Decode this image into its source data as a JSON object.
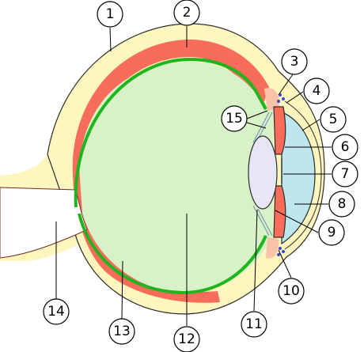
{
  "colors": {
    "sclera": "#FDF6BE",
    "choroid": "#F76D5A",
    "retina": "#1FB51F",
    "vitreous": "#D8F2C8",
    "lens": "#E6E6F7",
    "anterior_chamber": "#BDE6EF",
    "iris": "#F76D5A",
    "ciliary": "#F9C3A8",
    "outline": "#2c2c2c"
  },
  "icons": {
    "canal_dots": "schlemm-canal-dots"
  },
  "labels": [
    {
      "id": "1",
      "text": "1"
    },
    {
      "id": "2",
      "text": "2"
    },
    {
      "id": "3",
      "text": "3"
    },
    {
      "id": "4",
      "text": "4"
    },
    {
      "id": "5",
      "text": "5"
    },
    {
      "id": "6",
      "text": "6"
    },
    {
      "id": "7",
      "text": "7"
    },
    {
      "id": "8",
      "text": "8"
    },
    {
      "id": "9",
      "text": "9"
    },
    {
      "id": "10",
      "text": "10"
    },
    {
      "id": "11",
      "text": "11"
    },
    {
      "id": "12",
      "text": "12"
    },
    {
      "id": "13",
      "text": "13"
    },
    {
      "id": "14",
      "text": "14"
    },
    {
      "id": "15",
      "text": "15"
    }
  ]
}
